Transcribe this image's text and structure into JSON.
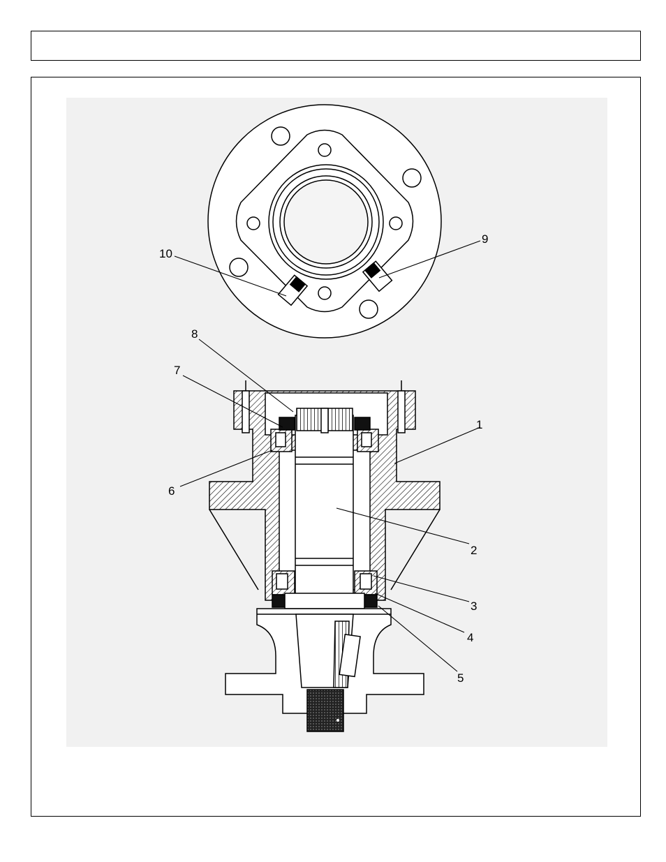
{
  "header": {
    "title": ""
  },
  "diagram": {
    "callouts": [
      {
        "id": "c1",
        "label": "1"
      },
      {
        "id": "c2",
        "label": "2"
      },
      {
        "id": "c3",
        "label": "3"
      },
      {
        "id": "c4",
        "label": "4"
      },
      {
        "id": "c5",
        "label": "5"
      },
      {
        "id": "c6",
        "label": "6"
      },
      {
        "id": "c7",
        "label": "7"
      },
      {
        "id": "c8",
        "label": "8"
      },
      {
        "id": "c9",
        "label": "9"
      },
      {
        "id": "c10",
        "label": "10"
      }
    ]
  }
}
